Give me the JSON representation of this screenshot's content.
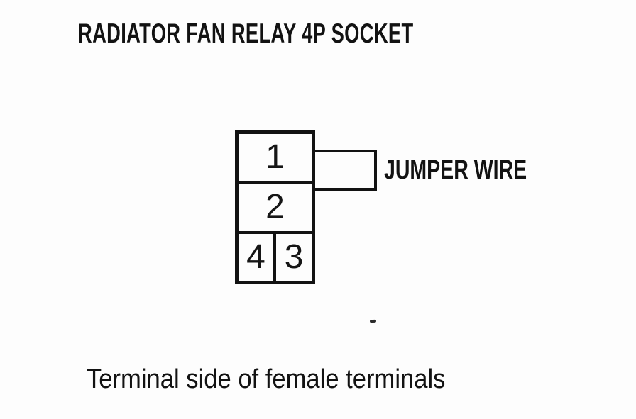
{
  "title": "RADIATOR FAN RELAY 4P SOCKET",
  "caption": "Terminal side of female terminals",
  "diagram": {
    "type": "relay socket pinout",
    "terminals": {
      "t1": "1",
      "t2": "2",
      "t4": "4",
      "t3": "3"
    },
    "jumper_label": "JUMPER WIRE"
  },
  "colors": {
    "ink": "#121212",
    "paper": "#fdfdfd"
  }
}
